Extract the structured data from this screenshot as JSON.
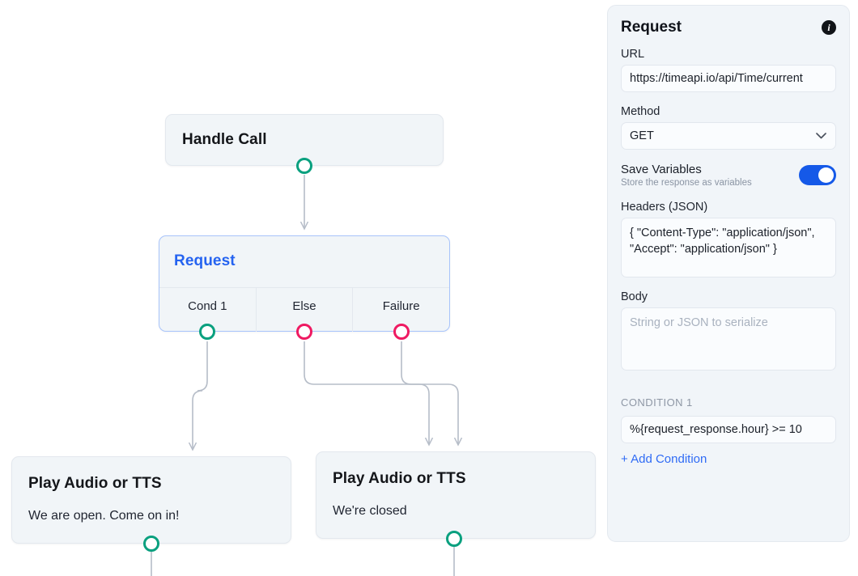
{
  "canvas": {
    "nodes": [
      {
        "id": "handle-call",
        "title": "Handle Call"
      },
      {
        "id": "request",
        "title": "Request",
        "ports": [
          {
            "label": "Cond 1",
            "color": "#0aa07f"
          },
          {
            "label": "Else",
            "color": "#ef1a62"
          },
          {
            "label": "Failure",
            "color": "#ef1a62"
          }
        ]
      },
      {
        "id": "tts-open",
        "title": "Play Audio or TTS",
        "subtitle": "We are open. Come on in!"
      },
      {
        "id": "tts-closed",
        "title": "Play Audio or TTS",
        "subtitle": "We're closed"
      }
    ]
  },
  "panel": {
    "title": "Request",
    "info_icon": "info-icon",
    "url": {
      "label": "URL",
      "value": "https://timeapi.io/api/Time/current"
    },
    "method": {
      "label": "Method",
      "value": "GET",
      "chevron": "chevron-down-icon"
    },
    "save_variables": {
      "label": "Save Variables",
      "description": "Store the response as variables",
      "enabled": true,
      "accent": "#1559e8"
    },
    "headers": {
      "label": "Headers (JSON)",
      "value": "{ \"Content-Type\": \"application/json\", \"Accept\": \"application/json\" }"
    },
    "body": {
      "label": "Body",
      "value": "",
      "placeholder": "String or JSON to serialize"
    },
    "condition": {
      "label": "CONDITION 1",
      "value": "%{request_response.hour} >= 10",
      "add_label": "+ Add Condition"
    }
  }
}
